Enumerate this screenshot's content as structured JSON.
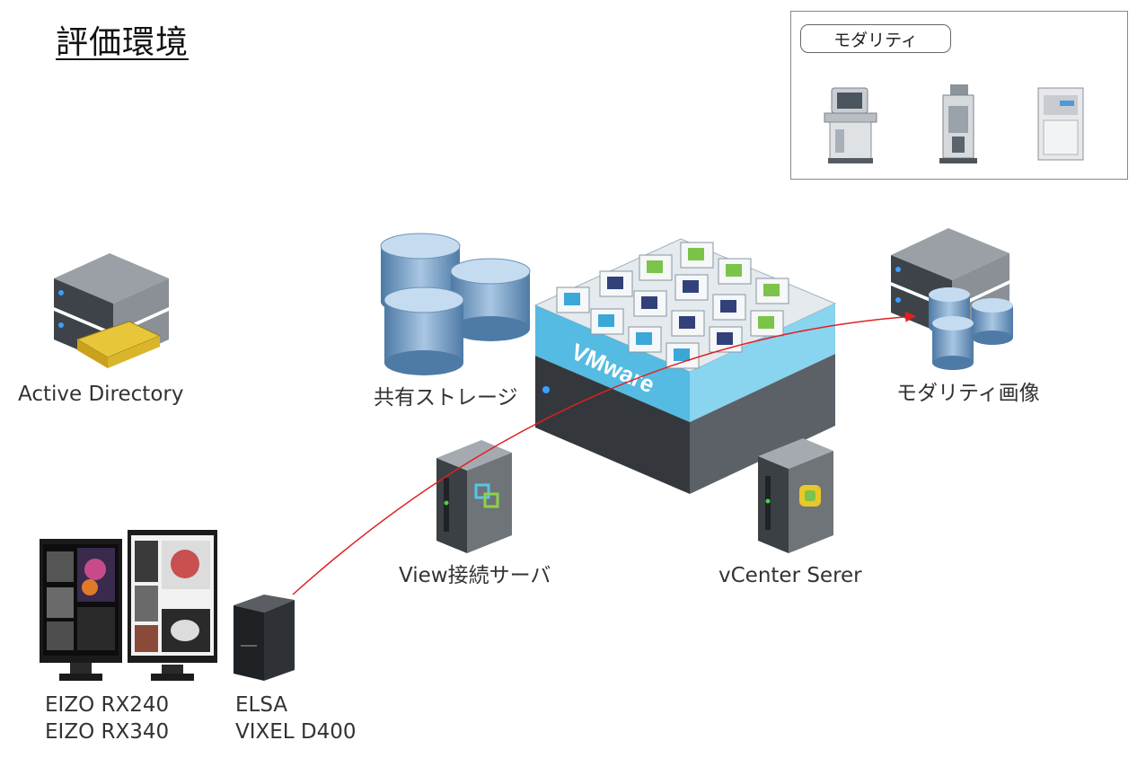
{
  "title": "評価環境",
  "legend": {
    "label": "モダリティ"
  },
  "nodes": {
    "active_directory": "Active Directory",
    "shared_storage": "共有ストレージ",
    "vmware": "VMware",
    "modality_images": "モダリティ画像",
    "view_server": "View接続サーバ",
    "vcenter": "vCenter Serer",
    "monitors": [
      "EIZO RX240",
      "EIZO RX340"
    ],
    "client": [
      "ELSA",
      "VIXEL D400"
    ]
  },
  "colors": {
    "arrow": "#e02020",
    "storage_blue": "#8fb3d4",
    "server_gray": "#6e7478",
    "vmware_cyan": "#56c4e8"
  }
}
